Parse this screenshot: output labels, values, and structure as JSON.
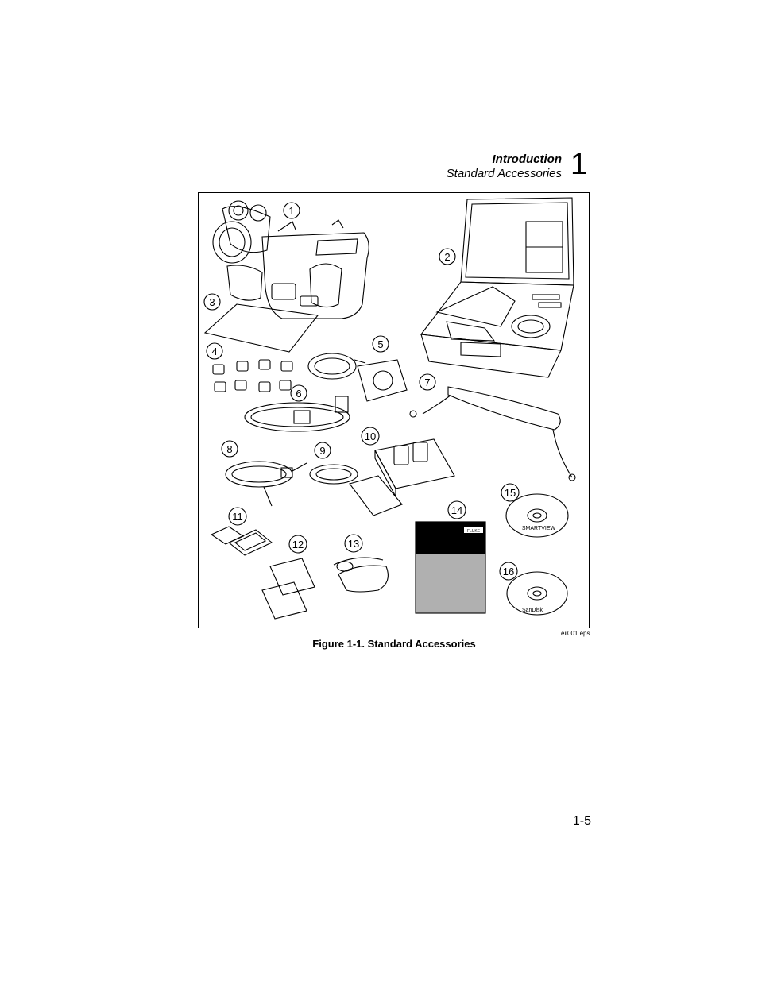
{
  "header": {
    "chapter_title": "Introduction",
    "section_title": "Standard Accessories",
    "chapter_number": "1"
  },
  "figure": {
    "callouts": [
      "1",
      "2",
      "3",
      "4",
      "5",
      "6",
      "7",
      "8",
      "9",
      "10",
      "11",
      "12",
      "13",
      "14",
      "15",
      "16"
    ],
    "file_label": "eii001.eps",
    "caption": "Figure 1-1. Standard Accessories",
    "manual_logo": "FLUKE",
    "cd1_label": "SMARTVIEW",
    "cd2_label": "SanDisk"
  },
  "footer": {
    "page_number": "1-5"
  }
}
